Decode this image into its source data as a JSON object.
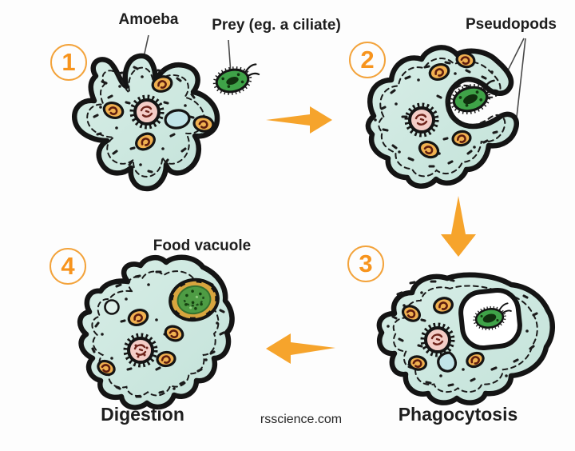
{
  "diagram": {
    "labels": {
      "amoeba": "Amoeba",
      "prey": "Prey (eg. a ciliate)",
      "pseudopods": "Pseudopods",
      "food_vacuole": "Food vacuole"
    },
    "steps": [
      {
        "number": "1"
      },
      {
        "number": "2"
      },
      {
        "number": "3",
        "caption": "Phagocytosis"
      },
      {
        "number": "4",
        "caption": "Digestion"
      }
    ],
    "watermark": "rsscience.com",
    "colors": {
      "accent_orange": "#F7941D",
      "arrow_orange": "#F6A42C",
      "cell_body": "#CEE8E1",
      "prey_green": "#3FA348",
      "nucleus_pink": "#F4CDC7",
      "organelle_amber": "#F1B150",
      "food_vacuole_amber": "#D8A53E",
      "outline_black": "#141414"
    }
  }
}
